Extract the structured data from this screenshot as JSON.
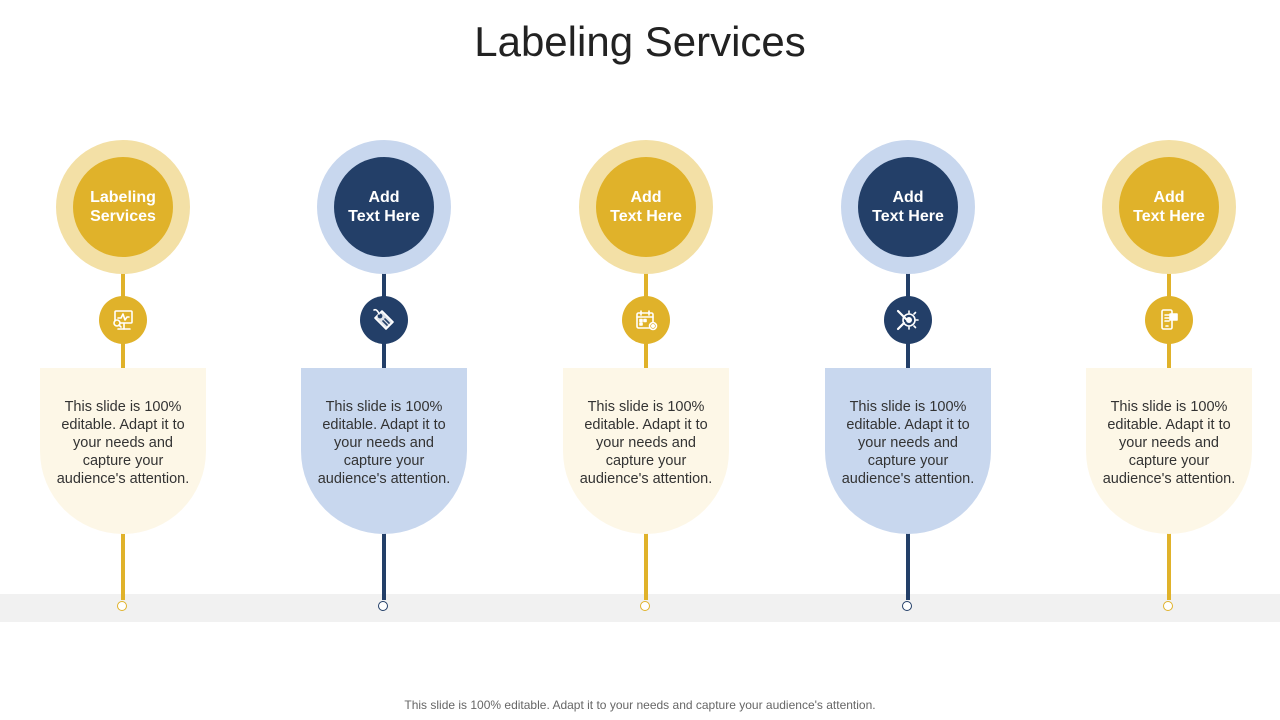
{
  "title": "Labeling Services",
  "footer": "This slide is 100% editable. Adapt it to your needs and capture your audience's attention.",
  "colors": {
    "gold": "#e0b22a",
    "gold_light": "#f3e0a6",
    "gold_card": "#fdf7e7",
    "navy": "#233f68",
    "navy_light": "#c8d7ee"
  },
  "items": [
    {
      "line1": "Labeling",
      "line2": "Services",
      "icon": "monitor-chart-icon",
      "body": "This slide is 100% editable. Adapt it to your needs and capture your audience's attention."
    },
    {
      "line1": "Add",
      "line2": "Text Here",
      "icon": "price-tag-icon",
      "body": "This slide is 100% editable. Adapt it to your needs and capture your audience's attention."
    },
    {
      "line1": "Add",
      "line2": "Text Here",
      "icon": "calendar-settings-icon",
      "body": "This slide is 100% editable. Adapt it to your needs and capture your audience's attention."
    },
    {
      "line1": "Add",
      "line2": "Text Here",
      "icon": "tools-gear-icon",
      "body": "This slide is 100% editable. Adapt it to your needs and capture your audience's attention."
    },
    {
      "line1": "Add",
      "line2": "Text Here",
      "icon": "document-mobile-icon",
      "body": "This slide is 100% editable. Adapt it to your needs and capture your audience's attention."
    }
  ]
}
